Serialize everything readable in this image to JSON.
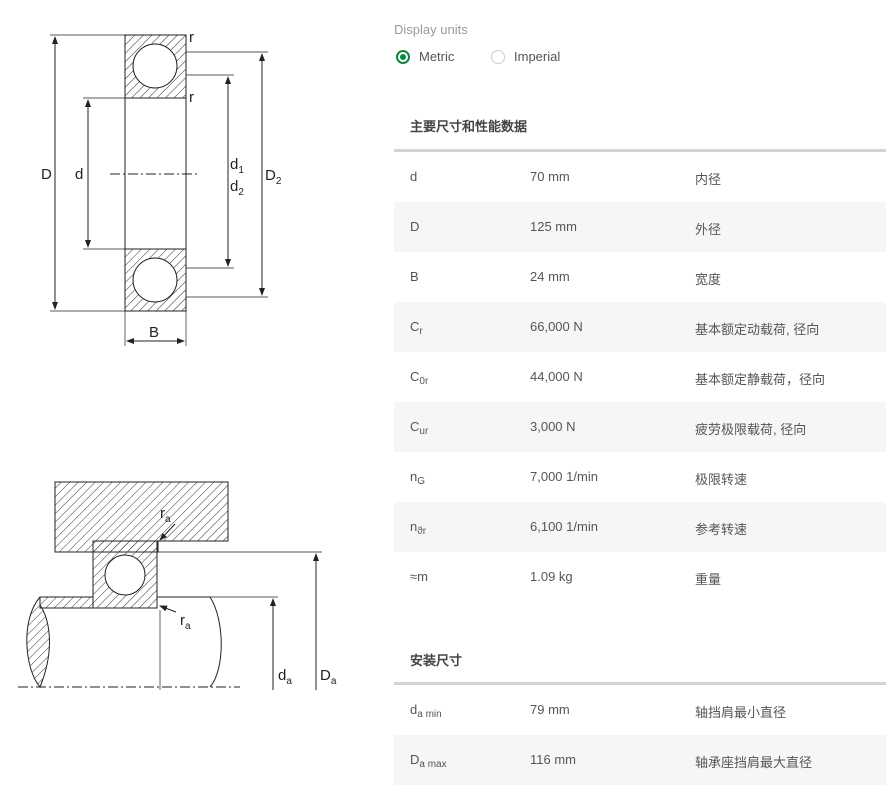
{
  "display_units": {
    "label": "Display units",
    "options": [
      {
        "label": "Metric",
        "selected": true
      },
      {
        "label": "Imperial",
        "selected": false
      }
    ]
  },
  "accent_color": "#0b8a3e",
  "drawing_labels": {
    "D": "D",
    "d": "d",
    "d1": "d",
    "d1_sub": "1",
    "d2": "d",
    "d2_sub": "2",
    "D2": "D",
    "D2_sub": "2",
    "B": "B",
    "r1": "r",
    "r2": "r",
    "ra1": "r",
    "ra1_sub": "a",
    "ra2": "r",
    "ra2_sub": "a",
    "da": "d",
    "da_sub": "a",
    "Da": "D",
    "Da_sub": "a"
  },
  "main": {
    "title": "主要尺寸和性能数据",
    "rows": [
      {
        "sym": "d",
        "sub": "",
        "value": "70 mm",
        "desc": "内径"
      },
      {
        "sym": "D",
        "sub": "",
        "value": "125 mm",
        "desc": "外径"
      },
      {
        "sym": "B",
        "sub": "",
        "value": "24 mm",
        "desc": "宽度"
      },
      {
        "sym": "C",
        "sub": "r",
        "value": "66,000 N",
        "desc": "基本额定动载荷, 径向"
      },
      {
        "sym": "C",
        "sub": "0r",
        "value": "44,000 N",
        "desc": "基本额定静载荷，径向"
      },
      {
        "sym": "C",
        "sub": "ur",
        "value": "3,000 N",
        "desc": "疲劳极限载荷, 径向"
      },
      {
        "sym": "n",
        "sub": "G",
        "value": "7,000 1/min",
        "desc": "极限转速"
      },
      {
        "sym": "n",
        "sub": "ϑr",
        "value": "6,100 1/min",
        "desc": "参考转速"
      },
      {
        "sym": "≈m",
        "sub": "",
        "value": "1.09 kg",
        "desc": "重量"
      }
    ]
  },
  "mounting": {
    "title": "安装尺寸",
    "rows": [
      {
        "sym": "d",
        "sub": "a min",
        "value": "79 mm",
        "desc": "轴挡肩最小直径"
      },
      {
        "sym": "D",
        "sub": "a max",
        "value": "116 mm",
        "desc": "轴承座挡肩最大直径"
      }
    ]
  }
}
